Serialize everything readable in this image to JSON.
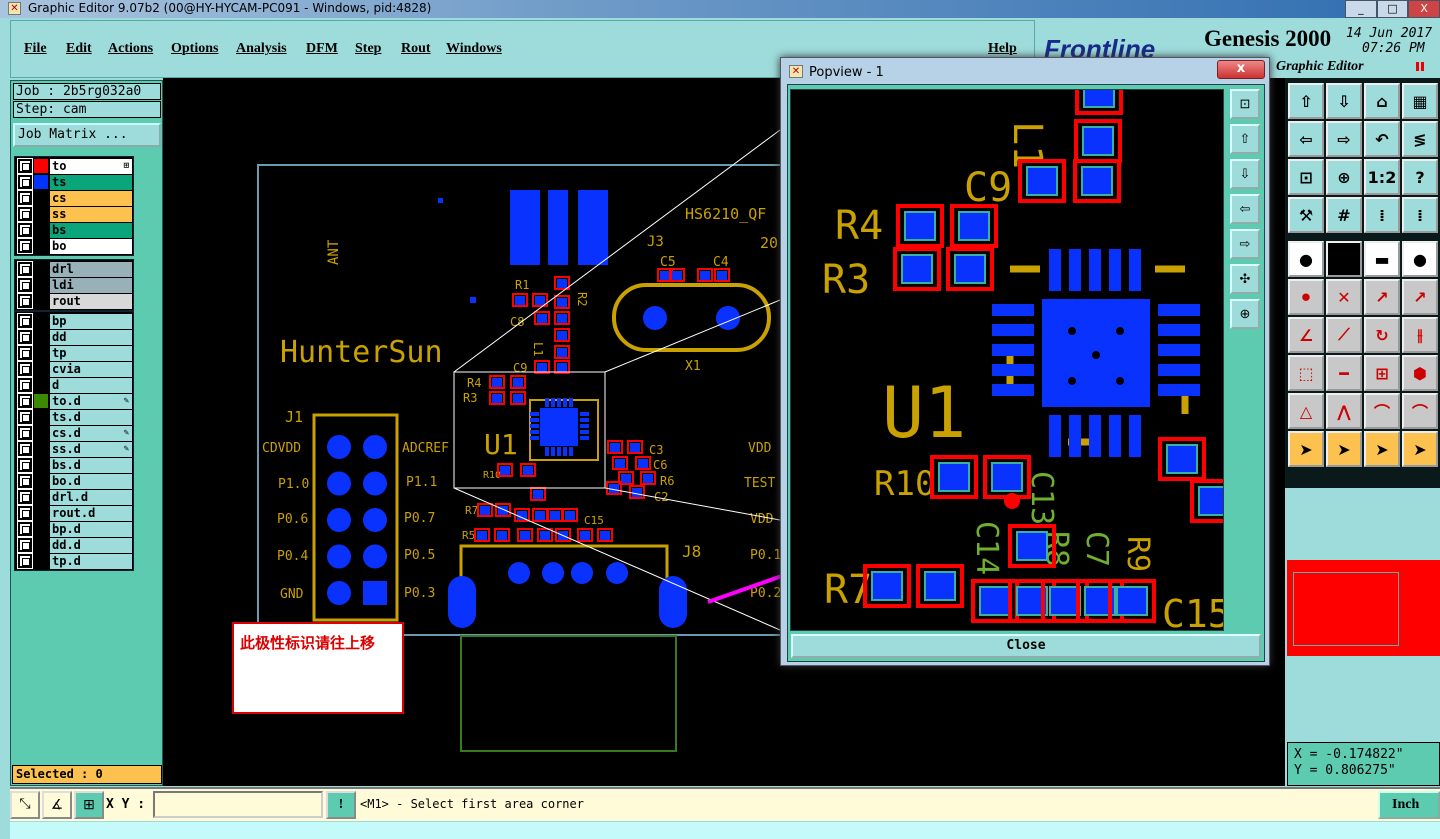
{
  "window": {
    "title": "Graphic Editor 9.07b2 (00@HY-HYCAM-PC091 - Windows, pid:4828)",
    "minimize": "_",
    "maximize": "□",
    "close": "X"
  },
  "menu": [
    "File",
    "Edit",
    "Actions",
    "Options",
    "Analysis",
    "DFM",
    "Step",
    "Rout",
    "Windows"
  ],
  "help": "Help",
  "brand": {
    "logo": "Frontline",
    "product": "Genesis 2000",
    "date": "14 Jun 2017",
    "time": "07:26 PM",
    "subtitle": "Graphic Editor"
  },
  "job": {
    "job": "Job : 2b5rg032a0",
    "step": "Step: cam",
    "matrix_button": "Job Matrix ..."
  },
  "layers": {
    "board": [
      {
        "name": "to",
        "bg": "#ffffff",
        "color": "#ff0000",
        "mark": "⊞"
      },
      {
        "name": "ts",
        "bg": "#0aa57a",
        "color": "#0033ff"
      },
      {
        "name": "cs",
        "bg": "#fdc14f"
      },
      {
        "name": "ss",
        "bg": "#fdc14f"
      },
      {
        "name": "bs",
        "bg": "#0aa57a"
      },
      {
        "name": "bo",
        "bg": "#ffffff"
      }
    ],
    "drill": [
      {
        "name": "drl",
        "bg": "#98b0b8"
      },
      {
        "name": "ldi",
        "bg": "#98b0b8"
      },
      {
        "name": "rout",
        "bg": "#d8d8d8"
      }
    ],
    "misc": [
      {
        "name": "bp"
      },
      {
        "name": "dd"
      },
      {
        "name": "tp"
      },
      {
        "name": "cvia"
      },
      {
        "name": "d"
      },
      {
        "name": "to.d",
        "color": "#3c8a00",
        "mark": "✎"
      },
      {
        "name": "ts.d"
      },
      {
        "name": "cs.d",
        "mark": "✎"
      },
      {
        "name": "ss.d",
        "mark": "✎"
      },
      {
        "name": "bs.d"
      },
      {
        "name": "bo.d"
      },
      {
        "name": "drl.d"
      },
      {
        "name": "rout.d"
      },
      {
        "name": "bp.d"
      },
      {
        "name": "dd.d"
      },
      {
        "name": "tp.d"
      }
    ]
  },
  "selected": "Selected : 0",
  "canvas": {
    "labels": [
      "ANT",
      "HunterSun",
      "HS6210_QF",
      "20",
      "J3",
      "C5",
      "C4",
      "X1",
      "R1",
      "R2",
      "C8",
      "L1",
      "C9",
      "R4",
      "R3",
      "U1",
      "R10",
      "C3",
      "C6",
      "R6",
      "C2",
      "R7",
      "R5",
      "C15",
      "J1",
      "CDVDD",
      "ADCREF",
      "P1.0",
      "P1.1",
      "P0.6",
      "P0.7",
      "P0.4",
      "P0.5",
      "GND",
      "P0.3",
      "J8",
      "VDD",
      "TEST",
      "VDD",
      "P0.1",
      "P0.2"
    ],
    "note": "此极性标识请往上移"
  },
  "popview": {
    "title": "Popview - 1",
    "close_x": "x",
    "close_button": "Close",
    "labels": [
      "L1",
      "C9",
      "R4",
      "R3",
      "U1",
      "R10",
      "C13",
      "C14",
      "R8",
      "C7",
      "R9",
      "R7",
      "C15"
    ]
  },
  "toolbar": [
    "move-up",
    "move-down",
    "home",
    "xy-window",
    "pan-left",
    "pan-right",
    "undo-view",
    "snake",
    "zoom-fit",
    "zoom-center",
    "scale-1-2",
    "help",
    "tools",
    "grid",
    "drc-check",
    "drc-check-2",
    "snap",
    "measure-pad",
    "ruler",
    "pad-outline",
    "connect",
    "cross",
    "mark-open",
    "mark-fill",
    "angle-line",
    "line-mid",
    "rotate",
    "mirror",
    "move-pads",
    "line-center",
    "dimension",
    "shapes",
    "triangle",
    "triangle-2",
    "arc",
    "arc-2",
    "select",
    "select-box",
    "select-poly",
    "select-route"
  ],
  "toolbar_glyphs": [
    "⇧",
    "⇩",
    "⌂",
    "▦",
    "⇦",
    "⇨",
    "↶",
    "≶",
    "⊡",
    "⊕",
    "1:2",
    "?",
    "⚒",
    "#",
    "⁞",
    "⁞",
    "●",
    "◪",
    "▬",
    "●",
    "⚫",
    "✕",
    "↗",
    "↗",
    "∠",
    "⟋",
    "↻",
    "⫲",
    "⬚",
    "━",
    "⊞",
    "⬢",
    "△",
    "⋀",
    "⌒",
    "⌒",
    "➤",
    "➤",
    "➤",
    "➤"
  ],
  "coords": {
    "x": "X = -0.174822\"",
    "y": "Y = 0.806275\""
  },
  "bottom": {
    "xy_label": "X Y :",
    "xy_value": "",
    "exclaim": "!",
    "prompt": "<M1> - Select first area corner",
    "units": "Inch"
  },
  "colors": {
    "pad": "#0a32ff",
    "silk": "#c9a100",
    "mask": "#ff0000",
    "arrow": "#ff00ff"
  }
}
